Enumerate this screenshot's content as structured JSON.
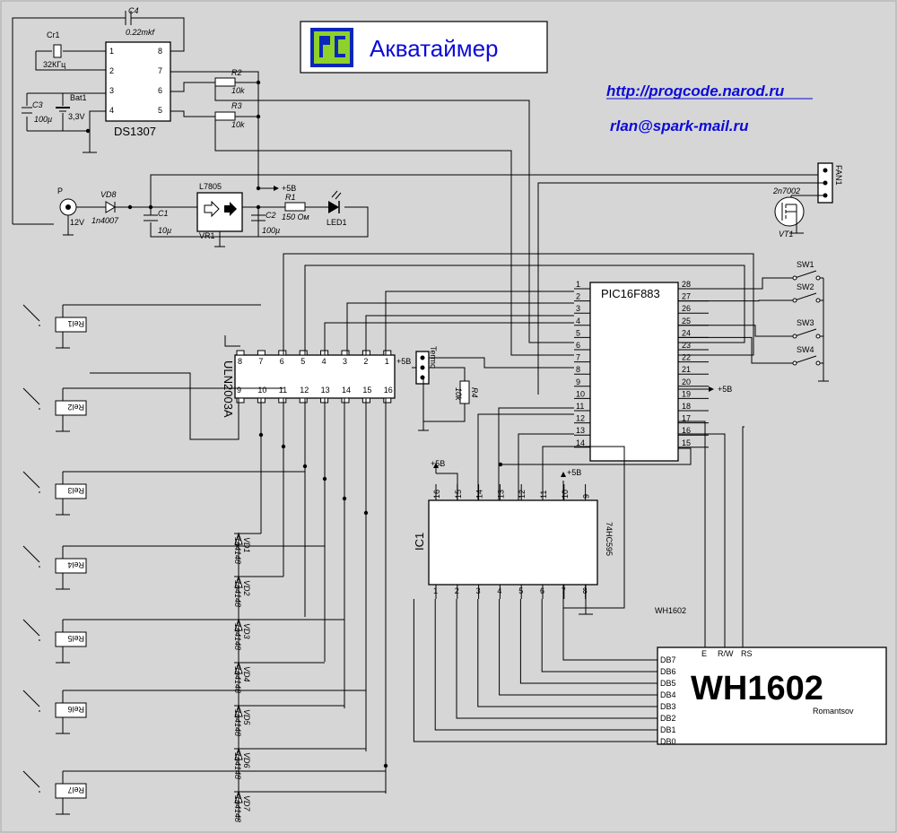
{
  "title": "Акватаймер",
  "links": {
    "url": "http://progcode.narod.ru",
    "email": "rlan@spark-mail.ru"
  },
  "colors": {
    "background": "#d6d6d6",
    "link": "#0b0bd8",
    "wire": "#000000"
  },
  "ds1307": {
    "name": "DS1307",
    "pins_left": [
      "1",
      "2",
      "3",
      "4"
    ],
    "pins_right": [
      "8",
      "7",
      "6",
      "5"
    ]
  },
  "pic": {
    "name": "PIC16F883",
    "pins_left": [
      "1",
      "2",
      "3",
      "4",
      "5",
      "6",
      "7",
      "8",
      "9",
      "10",
      "11",
      "12",
      "13",
      "14"
    ],
    "pins_right": [
      "28",
      "27",
      "26",
      "25",
      "24",
      "23",
      "22",
      "21",
      "20",
      "19",
      "18",
      "17",
      "16",
      "15"
    ]
  },
  "uln": {
    "name": "ULN2003A",
    "pins_top": [
      "8",
      "7",
      "6",
      "5",
      "4",
      "3",
      "2",
      "1"
    ],
    "pins_bottom": [
      "9",
      "10",
      "11",
      "12",
      "13",
      "14",
      "15",
      "16"
    ]
  },
  "ic1": {
    "ref": "IC1",
    "name": "74HC595",
    "pins_top": [
      "16",
      "15",
      "14",
      "13",
      "12",
      "11",
      "10",
      "9"
    ],
    "pins_bottom": [
      "1",
      "2",
      "3",
      "4",
      "5",
      "6",
      "7",
      "8"
    ]
  },
  "lcd": {
    "label": "WH1602",
    "name": "WH1602",
    "author": "Romantsov",
    "pins_left": [
      "DB7",
      "DB6",
      "DB5",
      "DB4",
      "DB3",
      "DB2",
      "DB1",
      "DB0"
    ],
    "pins_top": [
      "E",
      "R/W",
      "RS"
    ]
  },
  "components": {
    "c4": "C4",
    "c4_val": "0.22mkf",
    "cr1": "Cr1",
    "cr1_val": "32КГц",
    "bat1": "Bat1",
    "bat1_val": "3,3V",
    "c3": "C3",
    "c3_val": "100µ",
    "r2": "R2",
    "r2_val": "10k",
    "r3": "R3",
    "r3_val": "10k",
    "p": "P",
    "p_val": "12V",
    "vd8": "VD8",
    "vd8_val": "1n4007",
    "c1": "C1",
    "c1_val": "10µ",
    "vr1": "VR1",
    "vr1_name": "L7805",
    "c2": "C2",
    "c2_val": "100µ",
    "r1": "R1",
    "r1_val": "150 Ом",
    "led1": "LED1",
    "plus5": "+5В",
    "fan": "FAN1",
    "vt1": "VT1",
    "vt1_name": "2n7002",
    "termo": "Termo",
    "r4": "R4",
    "r4_val": "10k"
  },
  "switches": [
    "SW1",
    "SW2",
    "SW3",
    "SW4"
  ],
  "relays": [
    "Rel1",
    "Rel2",
    "Rel3",
    "Rel4",
    "Rel5",
    "Rel6",
    "Rel7"
  ],
  "diodes": [
    {
      "ref": "VD1",
      "val": "1n4148"
    },
    {
      "ref": "VD2",
      "val": "1n4148"
    },
    {
      "ref": "VD3",
      "val": "1n4148"
    },
    {
      "ref": "VD4",
      "val": "1n4148"
    },
    {
      "ref": "VD5",
      "val": "1n4148"
    },
    {
      "ref": "VD6",
      "val": "1n4148"
    },
    {
      "ref": "VD7",
      "val": "1n4148"
    }
  ]
}
